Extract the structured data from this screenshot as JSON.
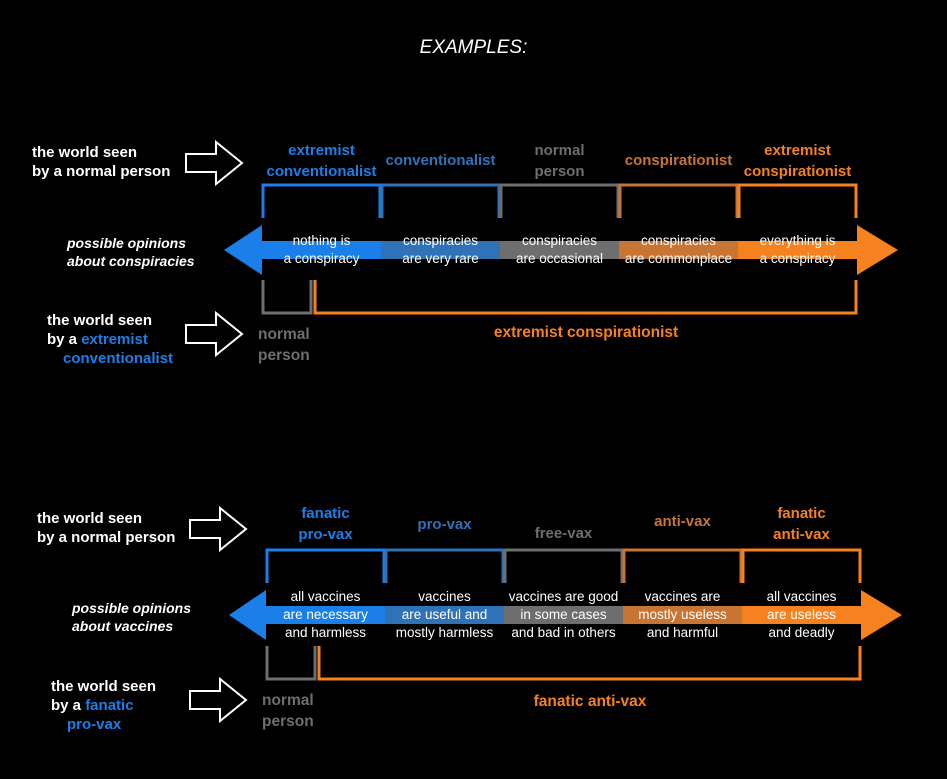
{
  "title": "EXAMPLES:",
  "colors": {
    "extremist_conventionalist": "#1a7fe8",
    "conventionalist": "#2f72b8",
    "normal": "#6e6e6e",
    "conspiracist": "#c87432",
    "extremist_conspiracist": "#f6821f",
    "background": "#000000"
  },
  "icons": {
    "pointer": "right-arrow-outline-icon"
  },
  "panels": [
    {
      "categories": [
        "extremist\nconventionalist",
        "conventionalist",
        "normal\nperson",
        "conspirationist",
        "extremist\nconspirationist"
      ],
      "opinions_label": "possible opinions\n about  conspiracies",
      "opinions": [
        "nothing is\na conspiracy",
        "conspiracies\nare very rare",
        "conspiracies\nare occasional",
        "conspiracies\nare commonplace",
        "everything is\na conspiracy"
      ],
      "normal_view_label": "the world seen\nby a normal person",
      "extremist_view_prefix": "the world seen\nby a",
      "extremist_view_name": "extremist\nconventionalist",
      "normal_box_label": "normal\nperson",
      "extremist_box_label": "extremist conspirationist"
    },
    {
      "categories": [
        "fanatic\npro-vax",
        "pro-vax",
        "free-vax",
        "anti-vax",
        "fanatic\nanti-vax"
      ],
      "opinions_label": "possible opinions\n about  vaccines",
      "opinions": [
        "all vaccines\nare necessary\nand harmless",
        "vaccines\nare useful and\nmostly harmless",
        "vaccines are good\nin some cases\nand bad in others",
        "vaccines are\nmostly useless\nand harmful",
        "all vaccines\nare useless\nand deadly"
      ],
      "normal_view_label": "the world seen\nby a normal person",
      "extremist_view_prefix": "the world seen\nby a",
      "extremist_view_name": "fanatic\npro-vax",
      "normal_box_label": "normal\nperson",
      "extremist_box_label": "fanatic anti-vax"
    }
  ]
}
